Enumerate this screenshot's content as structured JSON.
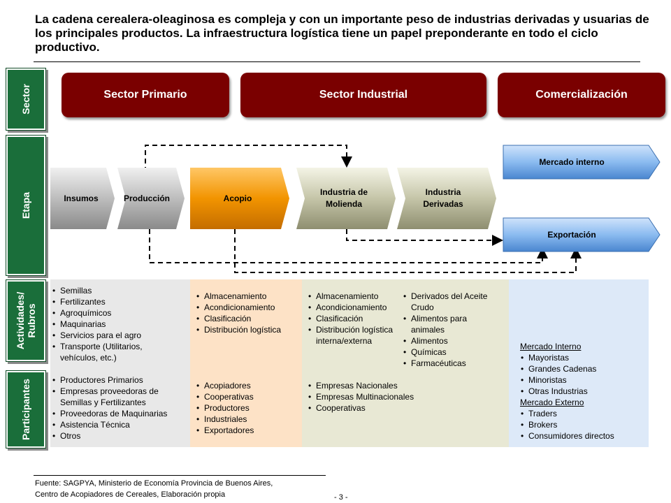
{
  "title": "La cadena cerealera-oleaginosa es compleja y con un importante peso de industrias derivadas y usuarias de los principales productos. La infraestructura logística tiene un papel preponderante en todo el ciclo productivo.",
  "rows": {
    "sector": "Sector",
    "etapa": "Etapa",
    "actividades": "Actividades/ Rubros",
    "participantes": "Participantes"
  },
  "sectors": {
    "primario": "Sector Primario",
    "industrial": "Sector Industrial",
    "comercializacion": "Comercialización"
  },
  "stages": {
    "insumos": "Insumos",
    "produccion": "Producción",
    "acopio": "Acopio",
    "molienda_1": "Industria de",
    "molienda_2": "Molienda",
    "derivadas_1": "Industria",
    "derivadas_2": "Derivadas",
    "mercado_interno": "Mercado interno",
    "exportacion": "Exportación"
  },
  "colors": {
    "sector": "#7a0000",
    "side_label": "#1a6e3a",
    "acopio": "#f29400",
    "market": "#6fa8e8",
    "panel_primario": "#e8e8e8",
    "panel_acopio": "#fde2c6",
    "panel_industrial": "#e8e8d4",
    "panel_comercial": "#dde9f8"
  },
  "actividades": {
    "primario": [
      "Semillas",
      "Fertilizantes",
      "Agroquímicos",
      "Maquinarias",
      "Servicios para el agro",
      "Transporte (Utilitarios,",
      "vehículos, etc.)"
    ],
    "acopio": [
      "Almacenamiento",
      "Acondicionamiento",
      "Clasificación",
      "Distribución logística"
    ],
    "molienda": [
      "Almacenamiento",
      "Acondicionamiento",
      "Clasificación",
      "Distribución logística",
      "interna/externa"
    ],
    "derivadas": [
      "Derivados del Aceite",
      "Crudo",
      "Alimentos para",
      "animales",
      "Alimentos",
      "Químicas",
      "Farmacéuticas"
    ]
  },
  "participantes": {
    "primario": [
      "Productores Primarios",
      "Empresas proveedoras de",
      "Semillas y Fertilizantes",
      "Proveedoras de Maquinarias",
      "Asistencia Técnica",
      "Otros"
    ],
    "acopio": [
      "Acopiadores",
      "Cooperativas",
      "Productores",
      "Industriales",
      "Exportadores"
    ],
    "industrial": [
      "Empresas Nacionales",
      "Empresas Multinacionales",
      "Cooperativas"
    ]
  },
  "comercial": {
    "interno_heading": "Mercado Interno",
    "interno": [
      "Mayoristas",
      "Grandes Cadenas",
      "Minoristas",
      "Otras Industrias"
    ],
    "externo_heading": "Mercado Externo",
    "externo": [
      "Traders",
      "Brokers",
      "Consumidores directos"
    ]
  },
  "footer": {
    "line1": "Fuente: SAGPYA, Ministerio de Economía Provincia de Buenos Aires,",
    "line2": "Centro de Acopiadores de Cereales, Elaboración propia",
    "page": "- 3 -"
  }
}
